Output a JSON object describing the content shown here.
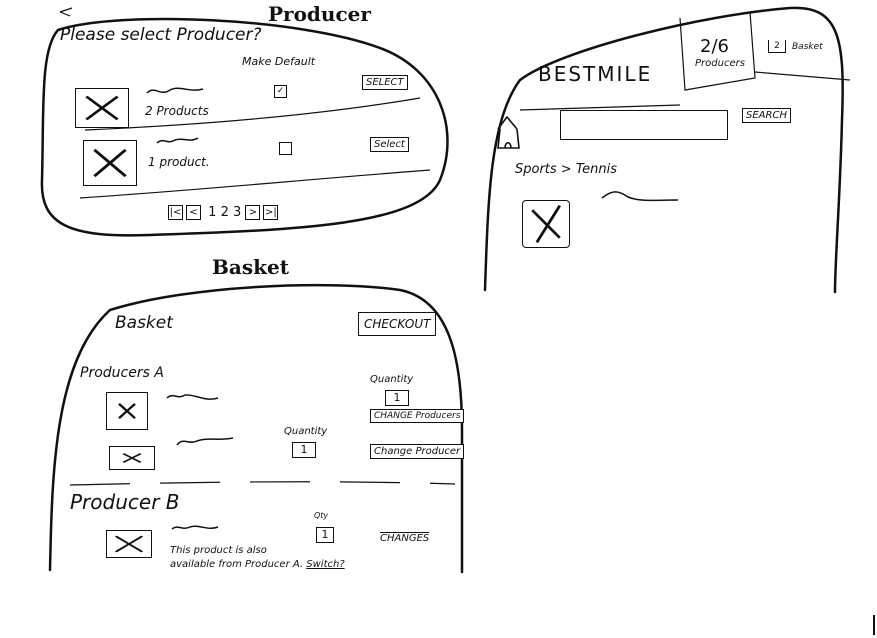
{
  "producer_screen": {
    "heading": "Producer",
    "prompt": "Please select Producer?",
    "column_make_default": "Make Default",
    "rows": [
      {
        "products": "2 Products",
        "default_checked": true,
        "checkmark": "✓",
        "button": "SELECT"
      },
      {
        "products": "1 product.",
        "default_checked": false,
        "checkmark": "",
        "button": "Select"
      }
    ],
    "pagination": {
      "first": "|<",
      "prev": "<",
      "pages": [
        "1",
        "2",
        "3"
      ],
      "next": ">",
      "last": ">|"
    }
  },
  "home_screen": {
    "logo": "BESTMILE",
    "producers_count": "2/6",
    "producers_label": "Producers",
    "basket_count": "2",
    "basket_label": "Basket",
    "search_placeholder": "",
    "search_button": "SEARCH",
    "breadcrumb": "Sports > Tennis"
  },
  "basket_screen": {
    "heading": "Basket",
    "title": "Basket",
    "checkout_button": "CHECKOUT",
    "producer_a": {
      "name": "Producers A",
      "items": [
        {
          "quantity_label": "Quantity",
          "quantity": "1",
          "change_button": "CHANGE Producers"
        },
        {
          "quantity_label": "Quantity",
          "quantity": "1",
          "change_button": "Change Producer"
        }
      ]
    },
    "producer_b": {
      "name": "Producer B",
      "items": [
        {
          "quantity_label": "Qty",
          "quantity": "1",
          "change_button": "CHANGES",
          "notice": "This product is also",
          "notice2": "available from Producer A.",
          "switch_link": "Switch?"
        }
      ]
    }
  }
}
